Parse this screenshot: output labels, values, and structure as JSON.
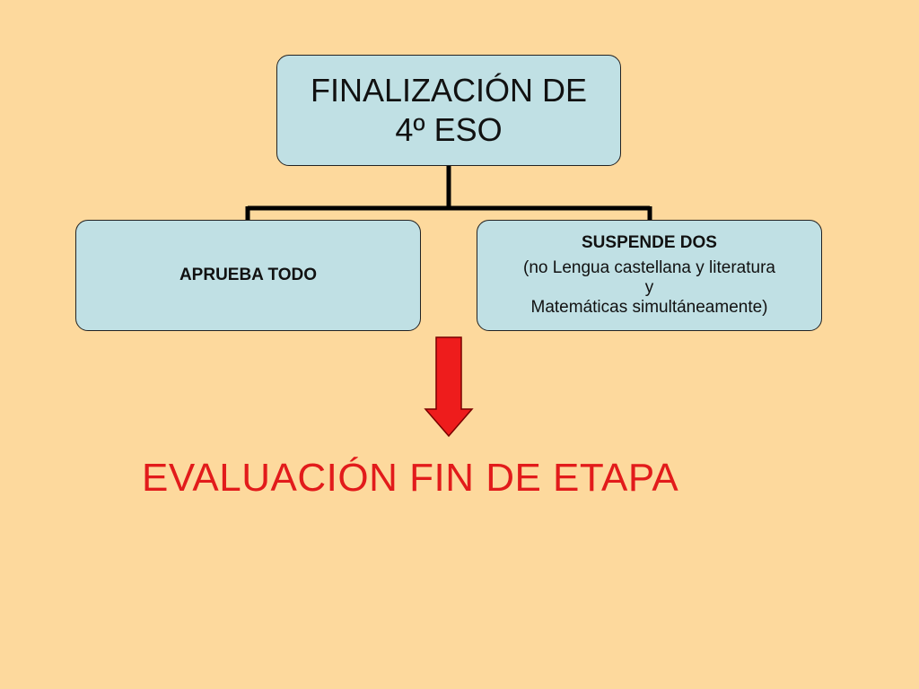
{
  "diagram": {
    "root": {
      "lines": [
        "FINALIZACIÓN DE",
        "4º ESO"
      ]
    },
    "branches": [
      {
        "title": "APRUEBA TODO"
      },
      {
        "title": "SUSPENDE DOS",
        "detail_lines": [
          "(no Lengua castellana y literatura",
          "y",
          "Matemáticas simultáneamente)"
        ]
      }
    ],
    "result": "EVALUACIÓN FIN DE ETAPA"
  },
  "colors": {
    "background": "#fdd99d",
    "box_fill": "#c0e0e4",
    "arrow": "#ee1c1c",
    "result_text": "#e21b1b"
  }
}
